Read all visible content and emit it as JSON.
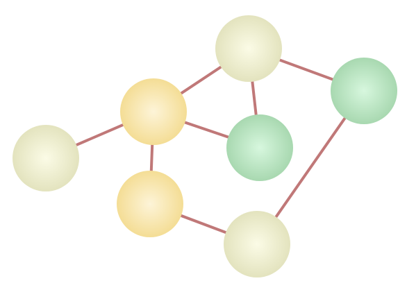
{
  "graph": {
    "edge_color": "#c07878",
    "node_palette": {
      "cream": {
        "center": "#fbfbe6",
        "edge": "#e3e3be"
      },
      "yellow": {
        "center": "#fdf4d8",
        "edge": "#f4dd95"
      },
      "green": {
        "center": "#d7f7de",
        "edge": "#a8d8b0"
      }
    },
    "nodes": [
      {
        "id": "n1",
        "color": "cream"
      },
      {
        "id": "n2",
        "color": "yellow"
      },
      {
        "id": "n3",
        "color": "cream"
      },
      {
        "id": "n4",
        "color": "green"
      },
      {
        "id": "n5",
        "color": "green"
      },
      {
        "id": "n6",
        "color": "yellow"
      },
      {
        "id": "n7",
        "color": "cream"
      }
    ],
    "edges": [
      {
        "from": "n1",
        "to": "n2"
      },
      {
        "from": "n2",
        "to": "n3"
      },
      {
        "from": "n2",
        "to": "n4"
      },
      {
        "from": "n2",
        "to": "n6"
      },
      {
        "from": "n3",
        "to": "n4"
      },
      {
        "from": "n3",
        "to": "n5"
      },
      {
        "from": "n5",
        "to": "n7"
      },
      {
        "from": "n6",
        "to": "n7"
      }
    ]
  }
}
